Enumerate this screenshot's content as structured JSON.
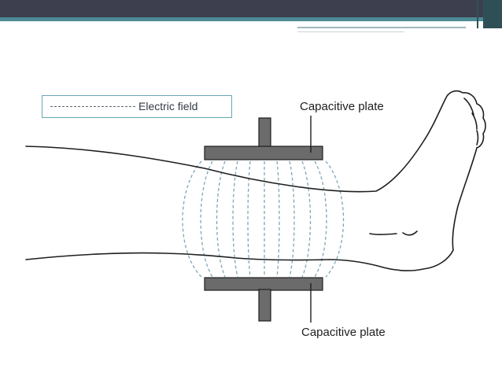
{
  "legend": {
    "label": "Electric field",
    "line_style": "dashed"
  },
  "labels": {
    "top_plate": "Capacitive plate",
    "bottom_plate": "Capacitive plate"
  },
  "colors": {
    "header_dark": "#3d3f4f",
    "header_accent": "#4c8a94",
    "plate_fill": "#6b6b6b",
    "field_lines": "#7fa6b8",
    "outline": "#1e1e1e",
    "legend_border": "#6aa7b3"
  }
}
